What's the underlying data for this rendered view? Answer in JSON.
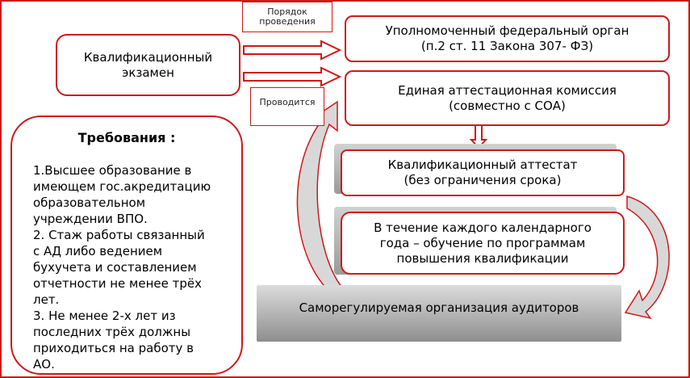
{
  "order_label": [
    "Порядок",
    "проведения"
  ],
  "conducted_label": "Проводится",
  "exam": [
    "Квалификационный",
    "экзамен"
  ],
  "federal_body": [
    "Уполномоченный федеральный орган",
    "(п.2 ст. 11 Закона 307- ФЗ)"
  ],
  "commission": [
    "Единая аттестационная  комиссия",
    "(совместно с СОА)"
  ],
  "certificate": [
    "Квалификационный аттестат",
    "(без ограничения срока)"
  ],
  "training": [
    "В течение  каждого календарного",
    "года – обучение по программам",
    "повышения квалификации"
  ],
  "sro": "Саморегулируемая организация аудиторов",
  "requirements": {
    "title": "Требования :",
    "lines": [
      "1.Высшее образование  в",
      "имеющем гос.акредитацию",
      "образовательном",
      "учреждении ВПО.",
      "2. Стаж работы связанный",
      "с АД либо ведением",
      "бухучета и составлением",
      "отчетности не менее трёх",
      "лет.",
      "3. Не менее 2-х лет из",
      "последних трёх должны",
      "приходиться на работу в",
      "АО."
    ]
  },
  "colors": {
    "border": "#cc1a1a",
    "grey_top": "#d2d2d2",
    "grey_bottom": "#9a9a9a"
  }
}
